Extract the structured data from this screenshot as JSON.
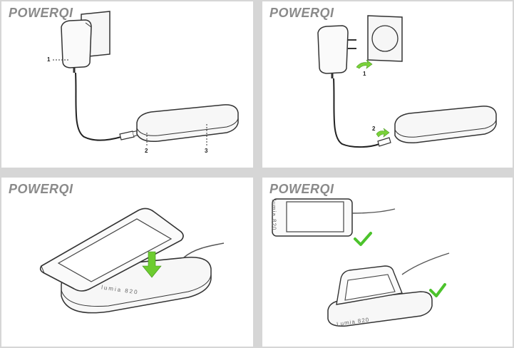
{
  "brand": {
    "part1": "POWER",
    "part2": "QI",
    "accent": "#aee03a"
  },
  "panels": [
    {
      "callouts": [
        "1",
        "2",
        "3"
      ]
    },
    {
      "callouts": [
        "1",
        "2"
      ]
    },
    {
      "device_text": "lumia 820"
    },
    {
      "device_text_top": "lumia 820",
      "device_text_bottom": "Lumia 820"
    }
  ]
}
